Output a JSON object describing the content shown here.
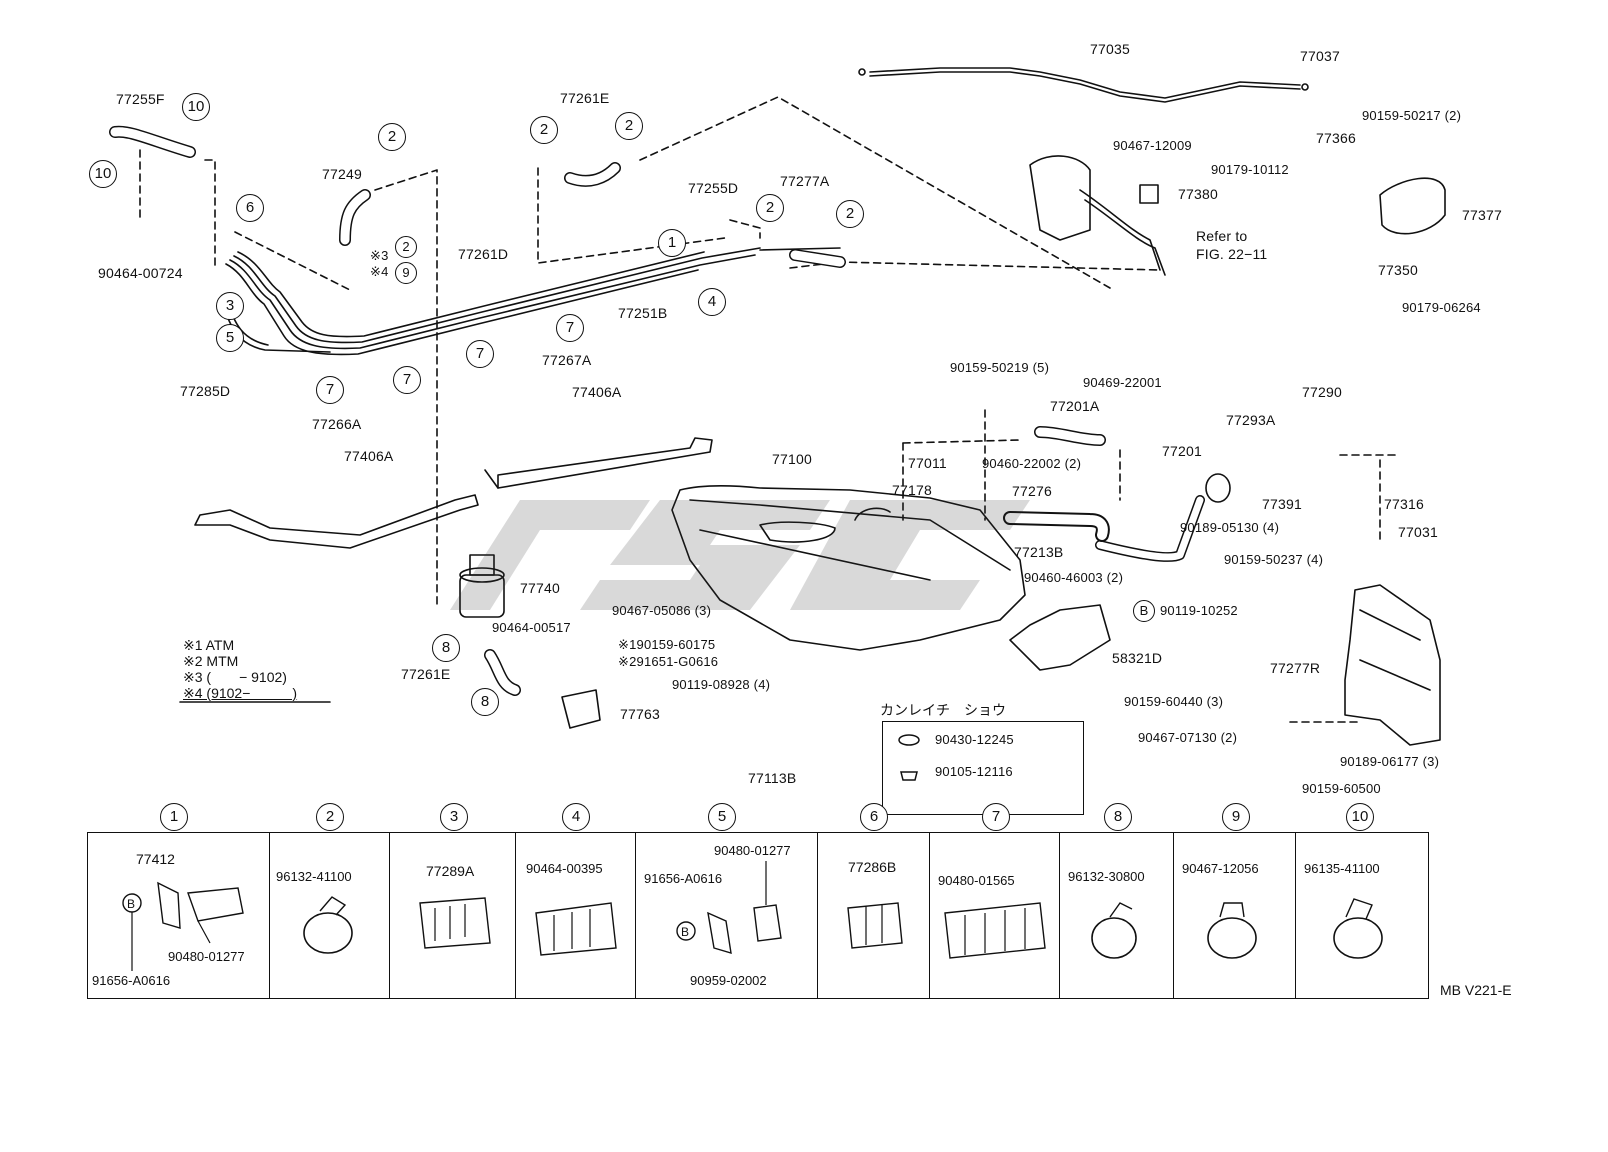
{
  "diagram": {
    "labels": {
      "p77255F": "77255F",
      "p90464_00724": "90464-00724",
      "p77249": "77249",
      "p77261E_top": "77261E",
      "p77255D": "77255D",
      "p77277A": "77277A",
      "p77035": "77035",
      "p77037": "77037",
      "p90159_50217": "90159-50217 (2)",
      "p90467_12009": "90467-12009",
      "p90179_10112": "90179-10112",
      "p77366": "77366",
      "p77380": "77380",
      "refer1": "Refer to",
      "refer2": "FIG. 22−11",
      "p77377": "77377",
      "p77350": "77350",
      "p90179_06264": "90179-06264",
      "p77261D": "77261D",
      "p77251B": "77251B",
      "p77285D": "77285D",
      "p77267A": "77267A",
      "p77406A_a": "77406A",
      "p77266A": "77266A",
      "p77406A_b": "77406A",
      "p90159_50219": "90159-50219 (5)",
      "p90469_22001": "90469-22001",
      "p77201A": "77201A",
      "p77293A": "77293A",
      "p77290": "77290",
      "p77100": "77100",
      "p77011": "77011",
      "p90460_22002": "90460-22002 (2)",
      "p77201": "77201",
      "p77178": "77178",
      "p77276": "77276",
      "p77391": "77391",
      "p77316": "77316",
      "p77031": "77031",
      "p77213B": "77213B",
      "p90189_05130": "90189-05130 (4)",
      "p90460_46003": "90460-46003 (2)",
      "p90159_50237": "90159-50237 (4)",
      "p77740": "77740",
      "p90467_05086": "90467-05086 (3)",
      "p90119_10252": "90119-10252",
      "p90464_00517": "90464-00517",
      "p90159_60175": "※190159-60175",
      "p91651_G0616": "※291651-G0616",
      "p77261E_bot": "77261E",
      "p58321D": "58321D",
      "p77277R": "77277R",
      "p90119_08928": "90119-08928 (4)",
      "p90159_60440": "90159-60440 (3)",
      "p77763": "77763",
      "p90430_12245": "90430-12245",
      "p90105_12116": "90105-12116",
      "p90467_07130": "90467-07130 (2)",
      "p90189_06177": "90189-06177 (3)",
      "p77113B": "77113B",
      "p90159_60500": "90159-60500"
    },
    "kana_title": "カンレイチ　ショウ",
    "notes": [
      "※1 ATM",
      "※2 MTM",
      "※3 (　　− 9102)",
      "※4 (9102−　　　)"
    ],
    "callouts": {
      "c1": "1",
      "c2a": "2",
      "c2b": "2",
      "c2c": "2",
      "c2d": "2",
      "c2e": "2",
      "c2f": "2",
      "c3": "3",
      "c4": "4",
      "c5": "5",
      "c6": "6",
      "c7a": "7",
      "c7b": "7",
      "c7c": "7",
      "c7d": "7",
      "c8a": "8",
      "c8b": "8",
      "c9": "9",
      "c10a": "10",
      "c10b": "10",
      "star3": "※3",
      "star4": "※4",
      "bmark": "B"
    },
    "code": "MB V221-E"
  },
  "parts_row": [
    {
      "num": "1",
      "labels": [
        "77412",
        "90480-01277",
        "91656-A0616"
      ]
    },
    {
      "num": "2",
      "labels": [
        "96132-41100"
      ]
    },
    {
      "num": "3",
      "labels": [
        "77289A"
      ]
    },
    {
      "num": "4",
      "labels": [
        "90464-00395"
      ]
    },
    {
      "num": "5",
      "labels": [
        "90480-01277",
        "91656-A0616",
        "90959-02002"
      ]
    },
    {
      "num": "6",
      "labels": [
        "77286B"
      ]
    },
    {
      "num": "7",
      "labels": [
        "90480-01565"
      ]
    },
    {
      "num": "8",
      "labels": [
        "96132-30800"
      ]
    },
    {
      "num": "9",
      "labels": [
        "90467-12056"
      ]
    },
    {
      "num": "10",
      "labels": [
        "96135-41100"
      ]
    }
  ]
}
